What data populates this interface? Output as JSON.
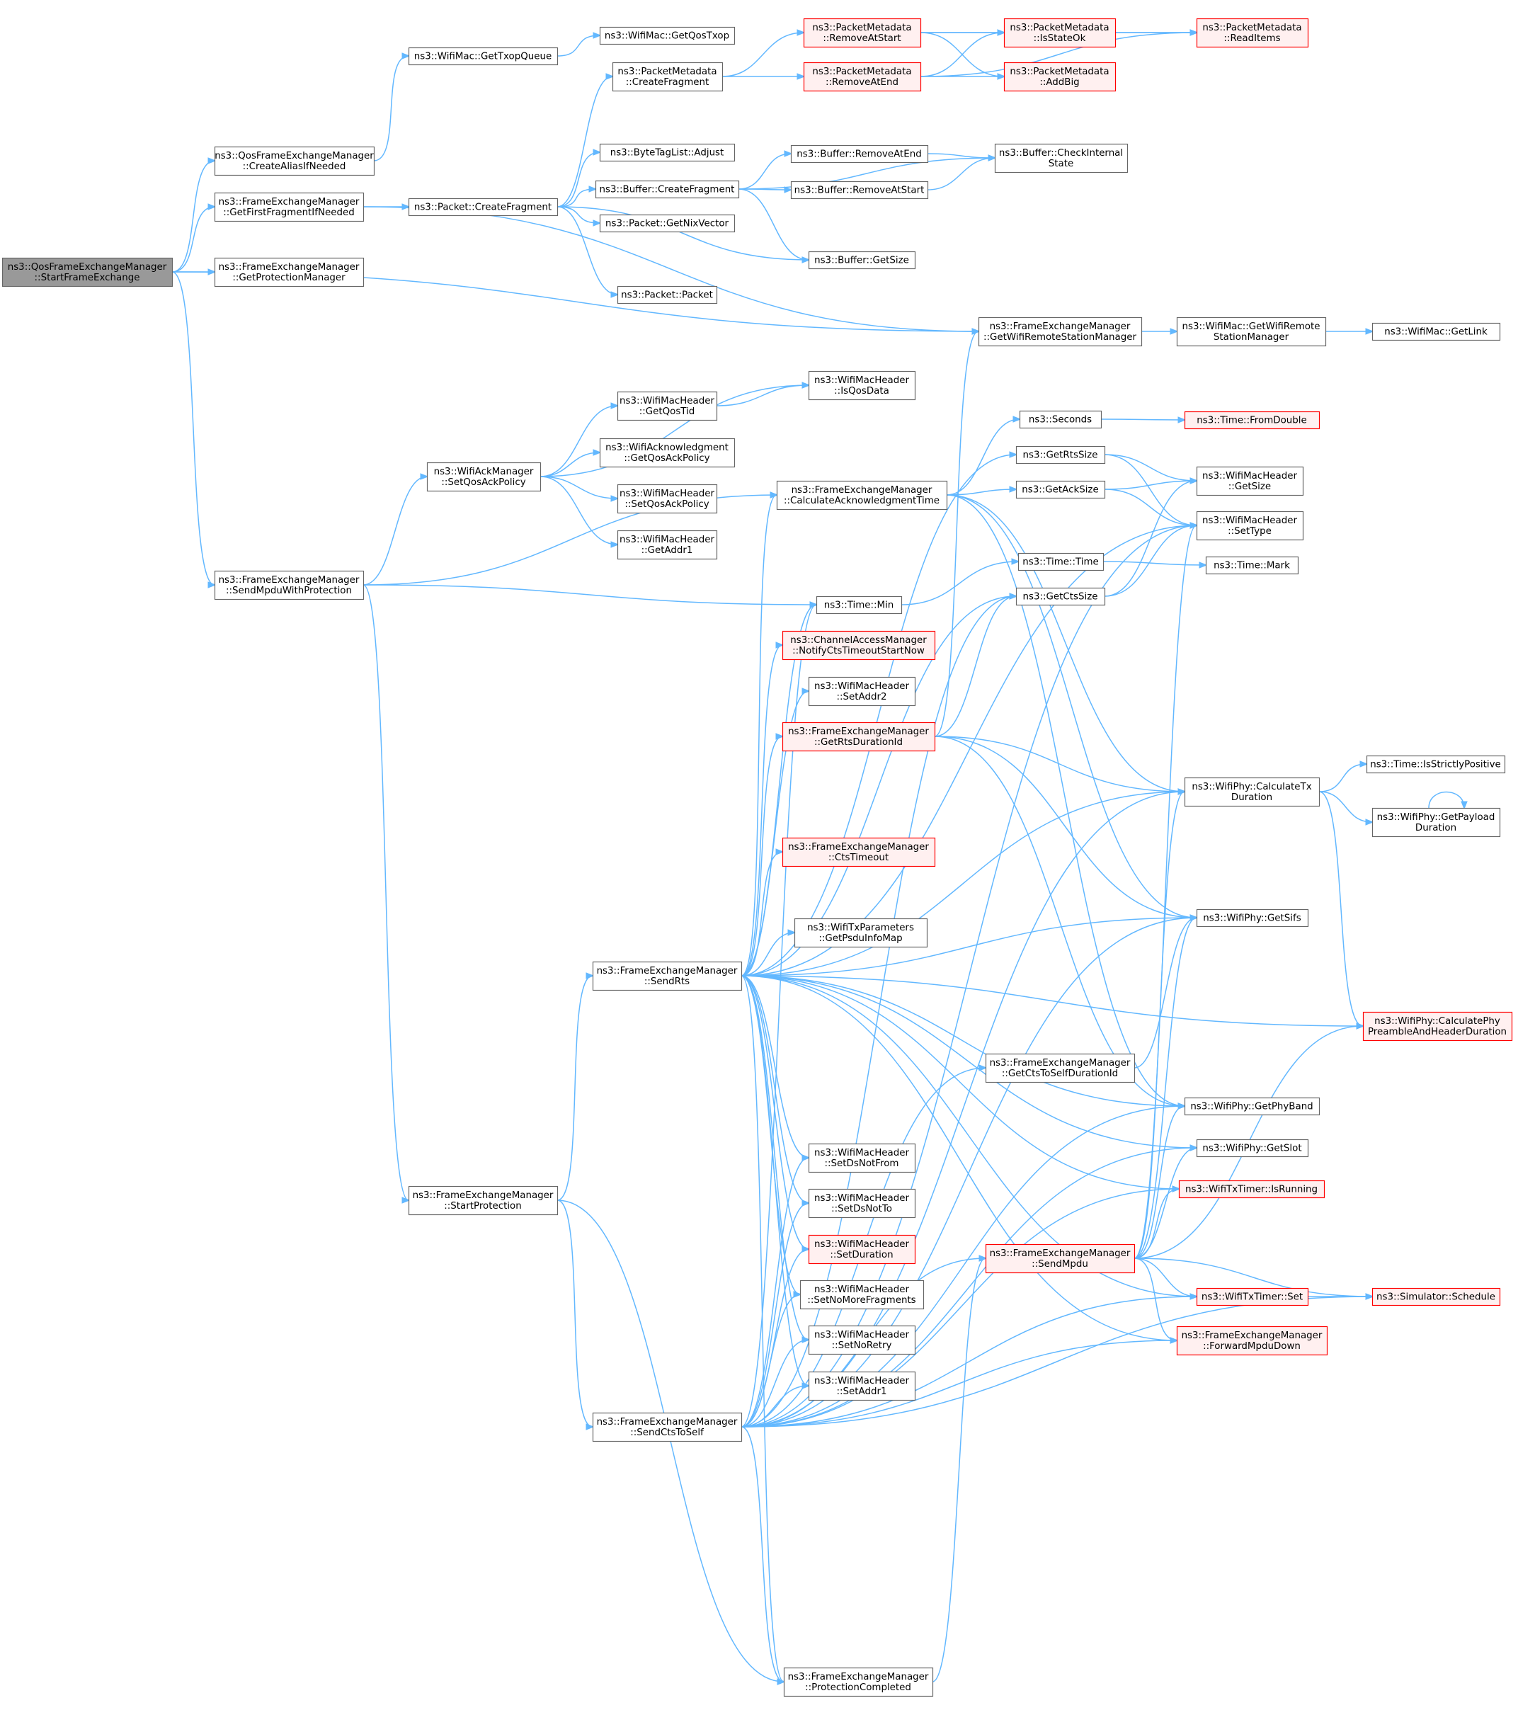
{
  "diagram": {
    "colors": {
      "edge": "#63b8ff",
      "node_border": "#666666",
      "node_fill": "#ffffff",
      "truncated_border": "#ff0000",
      "truncated_fill": "#fff0f0",
      "root_fill": "#999999"
    },
    "nodes": [
      {
        "id": "start",
        "lines": [
          "ns3::QosFrameExchangeManager",
          "::StartFrameExchange"
        ],
        "style": "root"
      },
      {
        "id": "createAlias",
        "lines": [
          "ns3::QosFrameExchangeManager",
          "::CreateAliasIfNeeded"
        ],
        "style": "normal"
      },
      {
        "id": "getFirstFrag",
        "lines": [
          "ns3::FrameExchangeManager",
          "::GetFirstFragmentIfNeeded"
        ],
        "style": "normal"
      },
      {
        "id": "getProtMgr",
        "lines": [
          "ns3::FrameExchangeManager",
          "::GetProtectionManager"
        ],
        "style": "normal"
      },
      {
        "id": "sendMpduProt",
        "lines": [
          "ns3::FrameExchangeManager",
          "::SendMpduWithProtection"
        ],
        "style": "normal"
      },
      {
        "id": "getTxopQueue",
        "lines": [
          "ns3::WifiMac::GetTxopQueue"
        ],
        "style": "normal"
      },
      {
        "id": "packetCreateFrag",
        "lines": [
          "ns3::Packet::CreateFragment"
        ],
        "style": "normal"
      },
      {
        "id": "setQosAck",
        "lines": [
          "ns3::WifiAckManager",
          "::SetQosAckPolicy"
        ],
        "style": "normal"
      },
      {
        "id": "startProt",
        "lines": [
          "ns3::FrameExchangeManager",
          "::StartProtection"
        ],
        "style": "normal"
      },
      {
        "id": "getQosTxop",
        "lines": [
          "ns3::WifiMac::GetQosTxop"
        ],
        "style": "normal"
      },
      {
        "id": "pmCreateFrag",
        "lines": [
          "ns3::PacketMetadata",
          "::CreateFragment"
        ],
        "style": "normal"
      },
      {
        "id": "btlAdjust",
        "lines": [
          "ns3::ByteTagList::Adjust"
        ],
        "style": "normal"
      },
      {
        "id": "bufCreateFrag",
        "lines": [
          "ns3::Buffer::CreateFragment"
        ],
        "style": "normal"
      },
      {
        "id": "getNixVector",
        "lines": [
          "ns3::Packet::GetNixVector"
        ],
        "style": "normal"
      },
      {
        "id": "packetPacket",
        "lines": [
          "ns3::Packet::Packet"
        ],
        "style": "normal"
      },
      {
        "id": "getQosTid",
        "lines": [
          "ns3::WifiMacHeader",
          "::GetQosTid"
        ],
        "style": "normal"
      },
      {
        "id": "ackGetQosAck",
        "lines": [
          "ns3::WifiAcknowledgment",
          "::GetQosAckPolicy"
        ],
        "style": "normal"
      },
      {
        "id": "hdrSetQosAck",
        "lines": [
          "ns3::WifiMacHeader",
          "::SetQosAckPolicy"
        ],
        "style": "normal"
      },
      {
        "id": "hdrGetAddr1",
        "lines": [
          "ns3::WifiMacHeader",
          "::GetAddr1"
        ],
        "style": "normal"
      },
      {
        "id": "calcAck",
        "lines": [
          "ns3::FrameExchangeManager",
          "::CalculateAcknowledgmentTime"
        ],
        "style": "normal"
      },
      {
        "id": "sendRts",
        "lines": [
          "ns3::FrameExchangeManager",
          "::SendRts"
        ],
        "style": "normal"
      },
      {
        "id": "sendCts",
        "lines": [
          "ns3::FrameExchangeManager",
          "::SendCtsToSelf"
        ],
        "style": "normal"
      },
      {
        "id": "pmRemoveStart",
        "lines": [
          "ns3::PacketMetadata",
          "::RemoveAtStart"
        ],
        "style": "truncated"
      },
      {
        "id": "pmRemoveEnd",
        "lines": [
          "ns3::PacketMetadata",
          "::RemoveAtEnd"
        ],
        "style": "truncated"
      },
      {
        "id": "bufRemoveEnd",
        "lines": [
          "ns3::Buffer::RemoveAtEnd"
        ],
        "style": "normal"
      },
      {
        "id": "bufRemoveStart",
        "lines": [
          "ns3::Buffer::RemoveAtStart"
        ],
        "style": "normal"
      },
      {
        "id": "bufGetSize",
        "lines": [
          "ns3::Buffer::GetSize"
        ],
        "style": "normal"
      },
      {
        "id": "hdrIsQosData",
        "lines": [
          "ns3::WifiMacHeader",
          "::IsQosData"
        ],
        "style": "normal"
      },
      {
        "id": "timeMin",
        "lines": [
          "ns3::Time::Min"
        ],
        "style": "normal"
      },
      {
        "id": "notifyCts",
        "lines": [
          "ns3::ChannelAccessManager",
          "::NotifyCtsTimeoutStartNow"
        ],
        "style": "truncated"
      },
      {
        "id": "setAddr2",
        "lines": [
          "ns3::WifiMacHeader",
          "::SetAddr2"
        ],
        "style": "normal"
      },
      {
        "id": "getRtsDur",
        "lines": [
          "ns3::FrameExchangeManager",
          "::GetRtsDurationId"
        ],
        "style": "truncated"
      },
      {
        "id": "ctsTimeout",
        "lines": [
          "ns3::FrameExchangeManager",
          "::CtsTimeout"
        ],
        "style": "truncated"
      },
      {
        "id": "getPsdu",
        "lines": [
          "ns3::WifiTxParameters",
          "::GetPsduInfoMap"
        ],
        "style": "normal"
      },
      {
        "id": "setDsNotFrom",
        "lines": [
          "ns3::WifiMacHeader",
          "::SetDsNotFrom"
        ],
        "style": "normal"
      },
      {
        "id": "setDsNotTo",
        "lines": [
          "ns3::WifiMacHeader",
          "::SetDsNotTo"
        ],
        "style": "normal"
      },
      {
        "id": "setDuration",
        "lines": [
          "ns3::WifiMacHeader",
          "::SetDuration"
        ],
        "style": "truncated"
      },
      {
        "id": "setNoMore",
        "lines": [
          "ns3::WifiMacHeader",
          "::SetNoMoreFragments"
        ],
        "style": "normal"
      },
      {
        "id": "setNoRetry",
        "lines": [
          "ns3::WifiMacHeader",
          "::SetNoRetry"
        ],
        "style": "normal"
      },
      {
        "id": "setAddr1",
        "lines": [
          "ns3::WifiMacHeader",
          "::SetAddr1"
        ],
        "style": "normal"
      },
      {
        "id": "protCompleted",
        "lines": [
          "ns3::FrameExchangeManager",
          "::ProtectionCompleted"
        ],
        "style": "normal"
      },
      {
        "id": "pmIsStateOk",
        "lines": [
          "ns3::PacketMetadata",
          "::IsStateOk"
        ],
        "style": "truncated"
      },
      {
        "id": "pmAddBig",
        "lines": [
          "ns3::PacketMetadata",
          "::AddBig"
        ],
        "style": "truncated"
      },
      {
        "id": "bufCheckInternal",
        "lines": [
          "ns3::Buffer::CheckInternal",
          "State"
        ],
        "style": "normal"
      },
      {
        "id": "getRemoteMgr",
        "lines": [
          "ns3::FrameExchangeManager",
          "::GetWifiRemoteStationManager"
        ],
        "style": "normal"
      },
      {
        "id": "seconds",
        "lines": [
          "ns3::Seconds"
        ],
        "style": "normal"
      },
      {
        "id": "getRtsSize",
        "lines": [
          "ns3::GetRtsSize"
        ],
        "style": "normal"
      },
      {
        "id": "getAckSize",
        "lines": [
          "ns3::GetAckSize"
        ],
        "style": "normal"
      },
      {
        "id": "timeTime",
        "lines": [
          "ns3::Time::Time"
        ],
        "style": "normal"
      },
      {
        "id": "getCtsSize",
        "lines": [
          "ns3::GetCtsSize"
        ],
        "style": "normal"
      },
      {
        "id": "getCtsSelfDur",
        "lines": [
          "ns3::FrameExchangeManager",
          "::GetCtsToSelfDurationId"
        ],
        "style": "normal"
      },
      {
        "id": "sendMpdu",
        "lines": [
          "ns3::FrameExchangeManager",
          "::SendMpdu"
        ],
        "style": "truncated"
      },
      {
        "id": "pmReadItems",
        "lines": [
          "ns3::PacketMetadata",
          "::ReadItems"
        ],
        "style": "truncated"
      },
      {
        "id": "macGetRemote",
        "lines": [
          "ns3::WifiMac::GetWifiRemote",
          "StationManager"
        ],
        "style": "normal"
      },
      {
        "id": "fromDouble",
        "lines": [
          "ns3::Time::FromDouble"
        ],
        "style": "truncated"
      },
      {
        "id": "hdrGetSize",
        "lines": [
          "ns3::WifiMacHeader",
          "::GetSize"
        ],
        "style": "normal"
      },
      {
        "id": "hdrSetType",
        "lines": [
          "ns3::WifiMacHeader",
          "::SetType"
        ],
        "style": "normal"
      },
      {
        "id": "timeMark",
        "lines": [
          "ns3::Time::Mark"
        ],
        "style": "normal"
      },
      {
        "id": "calcTx",
        "lines": [
          "ns3::WifiPhy::CalculateTx",
          "Duration"
        ],
        "style": "normal"
      },
      {
        "id": "getSifs",
        "lines": [
          "ns3::WifiPhy::GetSifs"
        ],
        "style": "normal"
      },
      {
        "id": "getPhyBand",
        "lines": [
          "ns3::WifiPhy::GetPhyBand"
        ],
        "style": "normal"
      },
      {
        "id": "getSlot",
        "lines": [
          "ns3::WifiPhy::GetSlot"
        ],
        "style": "normal"
      },
      {
        "id": "isRunning",
        "lines": [
          "ns3::WifiTxTimer::IsRunning"
        ],
        "style": "truncated"
      },
      {
        "id": "timerSet",
        "lines": [
          "ns3::WifiTxTimer::Set"
        ],
        "style": "truncated"
      },
      {
        "id": "forwardMpdu",
        "lines": [
          "ns3::FrameExchangeManager",
          "::ForwardMpduDown"
        ],
        "style": "truncated"
      },
      {
        "id": "macGetLink",
        "lines": [
          "ns3::WifiMac::GetLink"
        ],
        "style": "normal"
      },
      {
        "id": "isStrictlyPos",
        "lines": [
          "ns3::Time::IsStrictlyPositive"
        ],
        "style": "normal"
      },
      {
        "id": "getPayloadDur",
        "lines": [
          "ns3::WifiPhy::GetPayload",
          "Duration"
        ],
        "style": "normal"
      },
      {
        "id": "calcPreamble",
        "lines": [
          "ns3::WifiPhy::CalculatePhy",
          "PreambleAndHeaderDuration"
        ],
        "style": "truncated"
      },
      {
        "id": "schedule",
        "lines": [
          "ns3::Simulator::Schedule"
        ],
        "style": "truncated"
      }
    ],
    "edges": [
      [
        "start",
        "createAlias"
      ],
      [
        "start",
        "getFirstFrag"
      ],
      [
        "start",
        "getProtMgr"
      ],
      [
        "start",
        "sendMpduProt"
      ],
      [
        "start",
        "getRemoteMgr"
      ],
      [
        "createAlias",
        "getTxopQueue"
      ],
      [
        "getTxopQueue",
        "getQosTxop"
      ],
      [
        "getFirstFrag",
        "packetCreateFrag"
      ],
      [
        "getFirstFrag",
        "getRemoteMgr"
      ],
      [
        "packetCreateFrag",
        "pmCreateFrag"
      ],
      [
        "packetCreateFrag",
        "btlAdjust"
      ],
      [
        "packetCreateFrag",
        "bufCreateFrag"
      ],
      [
        "packetCreateFrag",
        "getNixVector"
      ],
      [
        "packetCreateFrag",
        "bufGetSize"
      ],
      [
        "packetCreateFrag",
        "packetPacket"
      ],
      [
        "pmCreateFrag",
        "pmRemoveStart"
      ],
      [
        "pmCreateFrag",
        "pmRemoveEnd"
      ],
      [
        "pmRemoveStart",
        "pmReadItems"
      ],
      [
        "pmRemoveStart",
        "pmIsStateOk"
      ],
      [
        "pmRemoveStart",
        "pmAddBig"
      ],
      [
        "pmRemoveEnd",
        "pmIsStateOk"
      ],
      [
        "pmRemoveEnd",
        "pmAddBig"
      ],
      [
        "pmRemoveEnd",
        "pmReadItems"
      ],
      [
        "pmIsStateOk",
        "pmReadItems"
      ],
      [
        "bufCreateFrag",
        "bufRemoveEnd"
      ],
      [
        "bufCreateFrag",
        "bufRemoveStart"
      ],
      [
        "bufCreateFrag",
        "bufCheckInternal"
      ],
      [
        "bufCreateFrag",
        "bufGetSize"
      ],
      [
        "bufRemoveEnd",
        "bufCheckInternal"
      ],
      [
        "bufRemoveStart",
        "bufCheckInternal"
      ],
      [
        "getRemoteMgr",
        "macGetRemote"
      ],
      [
        "macGetRemote",
        "macGetLink"
      ],
      [
        "sendMpduProt",
        "setQosAck"
      ],
      [
        "sendMpduProt",
        "calcAck"
      ],
      [
        "sendMpduProt",
        "timeMin"
      ],
      [
        "sendMpduProt",
        "startProt"
      ],
      [
        "setQosAck",
        "hdrIsQosData"
      ],
      [
        "setQosAck",
        "getQosTid"
      ],
      [
        "setQosAck",
        "ackGetQosAck"
      ],
      [
        "setQosAck",
        "hdrSetQosAck"
      ],
      [
        "setQosAck",
        "hdrGetAddr1"
      ],
      [
        "getQosTid",
        "hdrIsQosData"
      ],
      [
        "calcAck",
        "seconds"
      ],
      [
        "calcAck",
        "getAckSize"
      ],
      [
        "calcAck",
        "calcTx"
      ],
      [
        "calcAck",
        "getSifs"
      ],
      [
        "calcAck",
        "getPhyBand"
      ],
      [
        "seconds",
        "fromDouble"
      ],
      [
        "getRtsSize",
        "hdrGetSize"
      ],
      [
        "getRtsSize",
        "hdrSetType"
      ],
      [
        "getAckSize",
        "hdrGetSize"
      ],
      [
        "getAckSize",
        "hdrSetType"
      ],
      [
        "getCtsSize",
        "hdrGetSize"
      ],
      [
        "getCtsSize",
        "hdrSetType"
      ],
      [
        "timeMin",
        "timeTime"
      ],
      [
        "timeTime",
        "timeMark"
      ],
      [
        "startProt",
        "sendRts"
      ],
      [
        "startProt",
        "sendCts"
      ],
      [
        "startProt",
        "protCompleted"
      ],
      [
        "sendRts",
        "getRtsSize"
      ],
      [
        "sendRts",
        "calcAck"
      ],
      [
        "sendRts",
        "hdrSetType"
      ],
      [
        "sendRts",
        "timeMin"
      ],
      [
        "sendRts",
        "notifyCts"
      ],
      [
        "sendRts",
        "setAddr2"
      ],
      [
        "sendRts",
        "getRtsDur"
      ],
      [
        "sendRts",
        "calcTx"
      ],
      [
        "sendRts",
        "ctsTimeout"
      ],
      [
        "sendRts",
        "getSifs"
      ],
      [
        "sendRts",
        "getPsdu"
      ],
      [
        "sendRts",
        "calcPreamble"
      ],
      [
        "sendRts",
        "getPhyBand"
      ],
      [
        "sendRts",
        "getSlot"
      ],
      [
        "sendRts",
        "isRunning"
      ],
      [
        "sendRts",
        "timerSet"
      ],
      [
        "sendRts",
        "forwardMpdu"
      ],
      [
        "sendRts",
        "setDsNotFrom"
      ],
      [
        "sendRts",
        "setDsNotTo"
      ],
      [
        "sendRts",
        "setDuration"
      ],
      [
        "sendRts",
        "setNoMore"
      ],
      [
        "sendRts",
        "setNoRetry"
      ],
      [
        "sendRts",
        "setAddr1"
      ],
      [
        "sendRts",
        "protCompleted"
      ],
      [
        "sendRts",
        "getCtsSize"
      ],
      [
        "getRtsDur",
        "getRemoteMgr"
      ],
      [
        "getRtsDur",
        "getCtsSize"
      ],
      [
        "getRtsDur",
        "calcTx"
      ],
      [
        "getRtsDur",
        "getSifs"
      ],
      [
        "getRtsDur",
        "getPhyBand"
      ],
      [
        "sendCts",
        "getCtsSize"
      ],
      [
        "sendCts",
        "hdrSetType"
      ],
      [
        "sendCts",
        "timeMin"
      ],
      [
        "sendCts",
        "getCtsSelfDur"
      ],
      [
        "sendCts",
        "calcTx"
      ],
      [
        "sendCts",
        "getSifs"
      ],
      [
        "sendCts",
        "getPhyBand"
      ],
      [
        "sendCts",
        "getSlot"
      ],
      [
        "sendCts",
        "isRunning"
      ],
      [
        "sendCts",
        "timerSet"
      ],
      [
        "sendCts",
        "forwardMpdu"
      ],
      [
        "sendCts",
        "setDsNotFrom"
      ],
      [
        "sendCts",
        "setDsNotTo"
      ],
      [
        "sendCts",
        "setDuration"
      ],
      [
        "sendCts",
        "setNoMore"
      ],
      [
        "sendCts",
        "setNoRetry"
      ],
      [
        "sendCts",
        "setAddr1"
      ],
      [
        "sendCts",
        "protCompleted"
      ],
      [
        "sendCts",
        "schedule"
      ],
      [
        "sendCts",
        "sendMpdu"
      ],
      [
        "getCtsSelfDur",
        "getSifs"
      ],
      [
        "sendMpdu",
        "hdrSetType"
      ],
      [
        "sendMpdu",
        "calcTx"
      ],
      [
        "sendMpdu",
        "getSifs"
      ],
      [
        "sendMpdu",
        "getPhyBand"
      ],
      [
        "sendMpdu",
        "getSlot"
      ],
      [
        "sendMpdu",
        "isRunning"
      ],
      [
        "sendMpdu",
        "timerSet"
      ],
      [
        "sendMpdu",
        "forwardMpdu"
      ],
      [
        "sendMpdu",
        "calcPreamble"
      ],
      [
        "sendMpdu",
        "schedule"
      ],
      [
        "protCompleted",
        "sendMpdu"
      ],
      [
        "calcTx",
        "isStrictlyPos"
      ],
      [
        "calcTx",
        "getPayloadDur"
      ],
      [
        "calcTx",
        "calcPreamble"
      ],
      [
        "getPayloadDur",
        "getPayloadDur"
      ],
      [
        "timerSet",
        "schedule"
      ]
    ]
  }
}
